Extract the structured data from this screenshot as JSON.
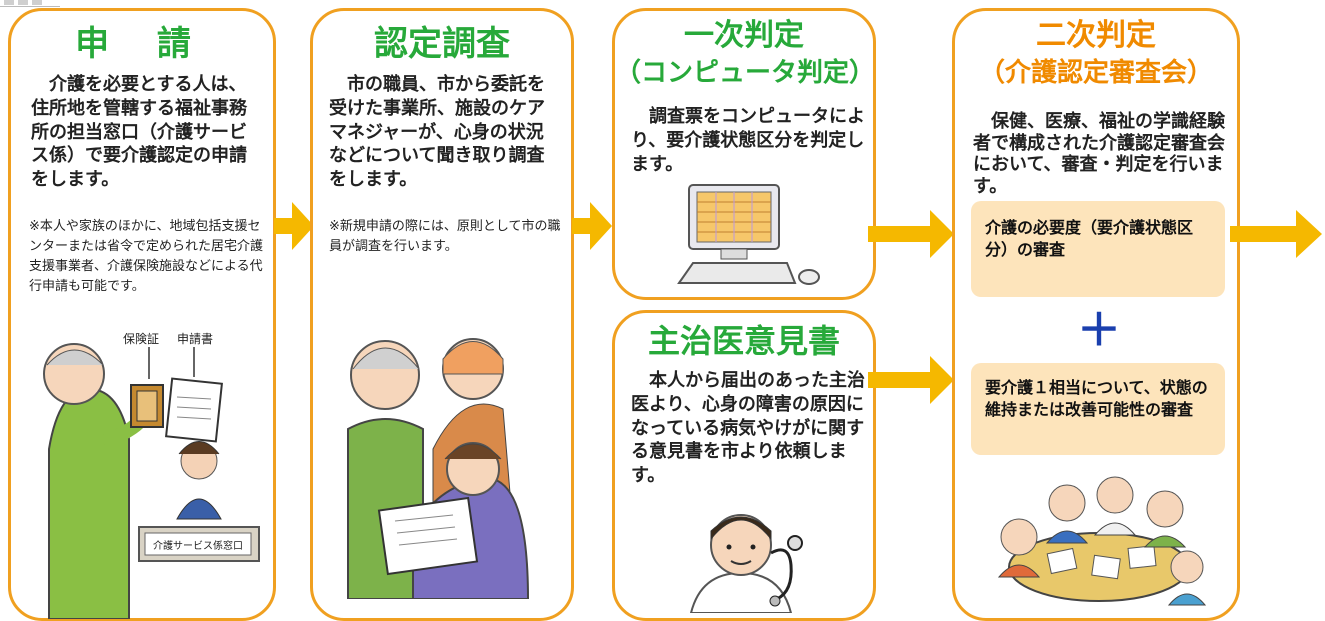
{
  "panels": {
    "application": {
      "title": "申 請",
      "body": "介護を必要とする人は、住所地を管轄する福祉事務所の担当窓口（介護サービス係）で要介護認定の申請をします。",
      "note": "※本人や家族のほかに、地域包括支援センターまたは省令で定められた居宅介護支援事業者、介護保険施設などによる代行申請も可能です。",
      "illustration_labels": [
        "保険証",
        "申請書",
        "介護サービス係窓口"
      ]
    },
    "survey": {
      "title": "認定調査",
      "body": "市の職員、市から委託を受けた事業所、施設のケアマネジャーが、心身の状況などについて聞き取り調査をします。",
      "note": "※新規申請の際には、原則として市の職員が調査を行います。"
    },
    "first_judgment": {
      "title_line1": "一次判定",
      "title_line2": "（コンピュータ判定）",
      "body": "調査票をコンピュータにより、要介護状態区分を判定します。"
    },
    "doctor_opinion": {
      "title": "主治医意見書",
      "body": "本人から届出のあった主治医より、心身の障害の原因になっている病気やけがに関する意見書を市より依頼します。"
    },
    "second_judgment": {
      "title_line1": "二次判定",
      "title_line2": "（介護認定審査会）",
      "body": "保健、医療、福祉の学識経験者で構成された介護認定審査会において、審査・判定を行います。",
      "box1": "介護の必要度（要介護状態区分）の審査",
      "plus": "＋",
      "box2": "要介護１相当について、状態の維持または改善可能性の審査"
    }
  },
  "colors": {
    "border": "#f0a020",
    "title_green": "#27a93a",
    "title_orange": "#f08a00",
    "arrow": "#f5b800",
    "box": "#fde4bb",
    "plus": "#1a3fae"
  },
  "icons": [
    "arrow-right-icon",
    "computer-icon",
    "stethoscope-icon"
  ]
}
